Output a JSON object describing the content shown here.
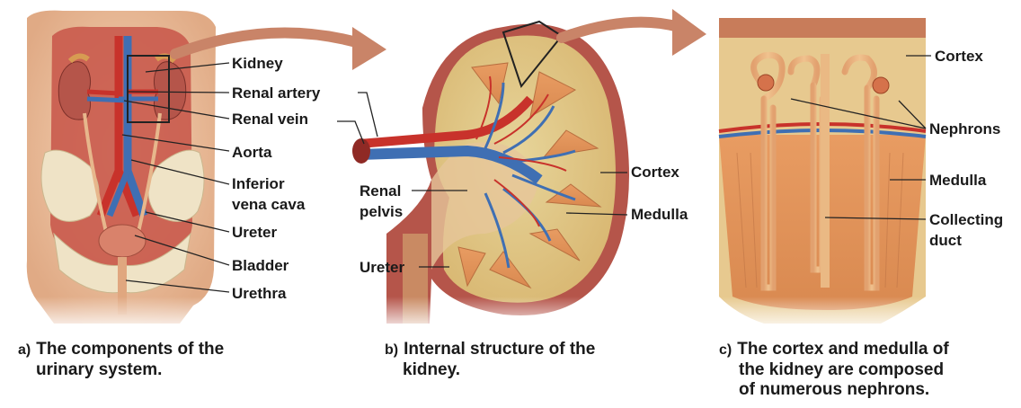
{
  "colors": {
    "skin": "#f1c8a4",
    "skin_dark": "#d9a07c",
    "kidney": "#b5554a",
    "artery": "#c8322b",
    "vein": "#3f6fb3",
    "cortex": "#e8cf8c",
    "medulla": "#e2915a",
    "arrow": "#c98468"
  },
  "panel_a": {
    "labels": {
      "kidney": "Kidney",
      "renal_artery": "Renal artery",
      "renal_vein": "Renal vein",
      "aorta": "Aorta",
      "ivc_line1": "Inferior",
      "ivc_line2": "vena cava",
      "ureter": "Ureter",
      "bladder": "Bladder",
      "urethra": "Urethra"
    },
    "caption_letter": "a)",
    "caption_line1": "The components of the",
    "caption_line2": "urinary system."
  },
  "panel_b": {
    "labels": {
      "cortex": "Cortex",
      "renal_pelvis_line1": "Renal",
      "renal_pelvis_line2": "pelvis",
      "medulla": "Medulla",
      "ureter": "Ureter"
    },
    "caption_letter": "b)",
    "caption_line1": "Internal structure of the",
    "caption_line2": "kidney."
  },
  "panel_c": {
    "labels": {
      "cortex": "Cortex",
      "nephrons": "Nephrons",
      "medulla": "Medulla",
      "collecting_line1": "Collecting",
      "collecting_line2": "duct"
    },
    "caption_letter": "c)",
    "caption_line1": "The cortex and medulla of",
    "caption_line2": "the kidney are composed",
    "caption_line3": "of numerous nephrons."
  }
}
